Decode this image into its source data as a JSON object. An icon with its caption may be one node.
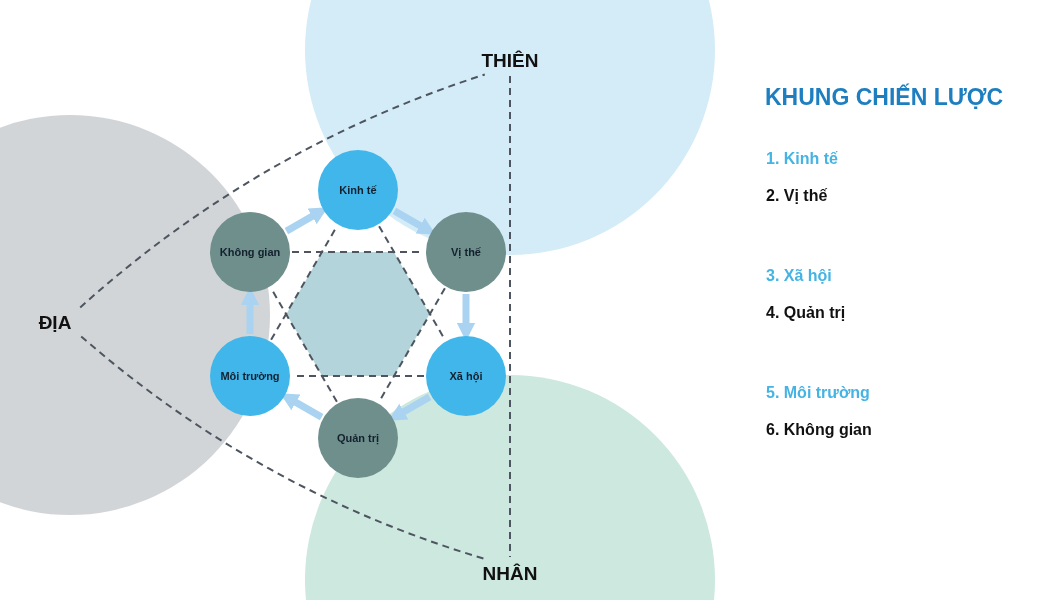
{
  "diagram": {
    "title": "KHUNG CHIẾN LƯỢC",
    "nodes": [
      {
        "text": [
          "THIÊN"
        ]
      },
      {
        "text": [
          "ĐỊA"
        ]
      },
      {
        "text": [
          "NHÂN"
        ]
      },
      {
        "text": [
          "Kinh tế"
        ]
      },
      {
        "text": [
          "Không gian"
        ]
      },
      {
        "text": [
          "Vị thế"
        ]
      },
      {
        "text": [
          "Môi trường"
        ]
      },
      {
        "text": [
          "Xã hội"
        ]
      },
      {
        "text": [
          "Quản trị"
        ]
      },
      {
        "text": [],
        "shape": "hexagon"
      }
    ],
    "edges": [
      {
        "from": 1,
        "to": 0,
        "arrow": "none",
        "style": "dashed"
      },
      {
        "from": 1,
        "to": 2,
        "arrow": "none",
        "style": "dashed"
      },
      {
        "from": 0,
        "to": 2,
        "arrow": "none",
        "style": "dashed"
      },
      {
        "from": 3,
        "to": 7,
        "arrow": "none",
        "style": "dashed"
      },
      {
        "from": 7,
        "to": 6,
        "arrow": "none",
        "style": "dashed"
      },
      {
        "from": 6,
        "to": 3,
        "arrow": "none",
        "style": "dashed"
      },
      {
        "from": 4,
        "to": 5,
        "arrow": "none",
        "style": "dashed"
      },
      {
        "from": 5,
        "to": 8,
        "arrow": "none",
        "style": "dashed"
      },
      {
        "from": 8,
        "to": 4,
        "arrow": "none",
        "style": "dashed"
      },
      {
        "from": 3,
        "to": 5,
        "arrow": "to",
        "style": "thick",
        "color": "#a9d3f0"
      },
      {
        "from": 5,
        "to": 7,
        "arrow": "to",
        "style": "thick",
        "color": "#a9d3f0"
      },
      {
        "from": 7,
        "to": 8,
        "arrow": "to",
        "style": "thick",
        "color": "#a9d3f0"
      },
      {
        "from": 8,
        "to": 6,
        "arrow": "to",
        "style": "thick",
        "color": "#a9d3f0"
      },
      {
        "from": 6,
        "to": 4,
        "arrow": "to",
        "style": "thick",
        "color": "#a9d3f0"
      },
      {
        "from": 4,
        "to": 3,
        "arrow": "to",
        "style": "thick",
        "color": "#a9d3f0"
      }
    ],
    "labels": [
      "1. Kinh tế",
      "2. Vị thế",
      "3. Xã hội",
      "4. Quản trị",
      "5. Môi trường",
      "6. Không gian"
    ]
  }
}
